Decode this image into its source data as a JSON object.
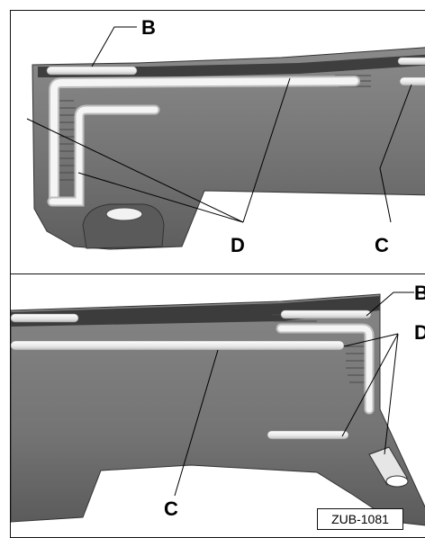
{
  "top_panel": {
    "callouts": {
      "b": "B",
      "d": "D",
      "c": "C"
    }
  },
  "bottom_panel": {
    "callouts": {
      "b": "B",
      "d": "D",
      "c": "C"
    }
  },
  "reference_code": "ZUB-1081"
}
